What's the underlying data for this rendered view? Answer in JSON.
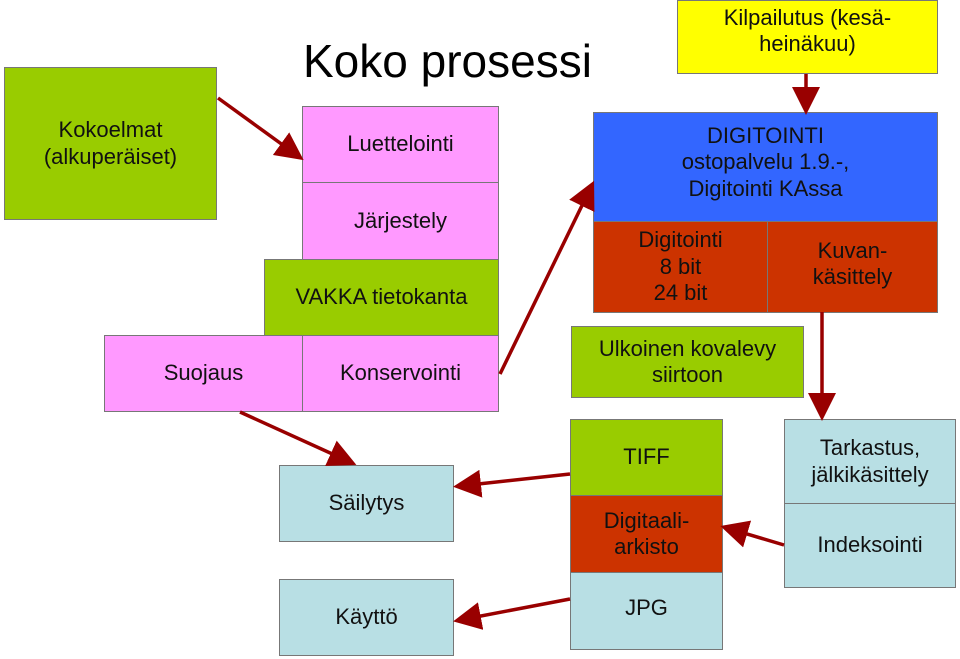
{
  "title": "Koko prosessi",
  "boxes": {
    "kokoelmat": "Kokoelmat\n(alkuperäiset)",
    "luettelointi": "Luettelointi",
    "jarjestely": "Järjestely",
    "vakka": "VAKKA tietokanta",
    "suojaus": "Suojaus",
    "konservointi": "Konservointi",
    "kilpailutus": "Kilpailutus (kesä-\nheinäkuu)",
    "digitointi_ostopalvelu": "DIGITOINTI\nostopalvelu 1.9.-,\nDigitointi KAssa",
    "digitointi_bit": "Digitointi\n8 bit\n24 bit",
    "kuvankasittely": "Kuvan-\nkäsittely",
    "ulkoinen": "Ulkoinen kovalevy\nsiirtoon",
    "tiff": "TIFF",
    "digitaaliarkisto": "Digitaali-\narkisto",
    "jpg": "JPG",
    "tarkastus": "Tarkastus,\njälkikäsittely",
    "indeksointi": "Indeksointi",
    "sailytys": "Säilytys",
    "kaytto": "Käyttö"
  },
  "colors": {
    "green": "#99cc00",
    "pink": "#ff99ff",
    "blue": "#3366ff",
    "red": "#cc3300",
    "yellow": "#ffff00",
    "light_blue": "#b8dfe4",
    "arrow": "#990000"
  }
}
